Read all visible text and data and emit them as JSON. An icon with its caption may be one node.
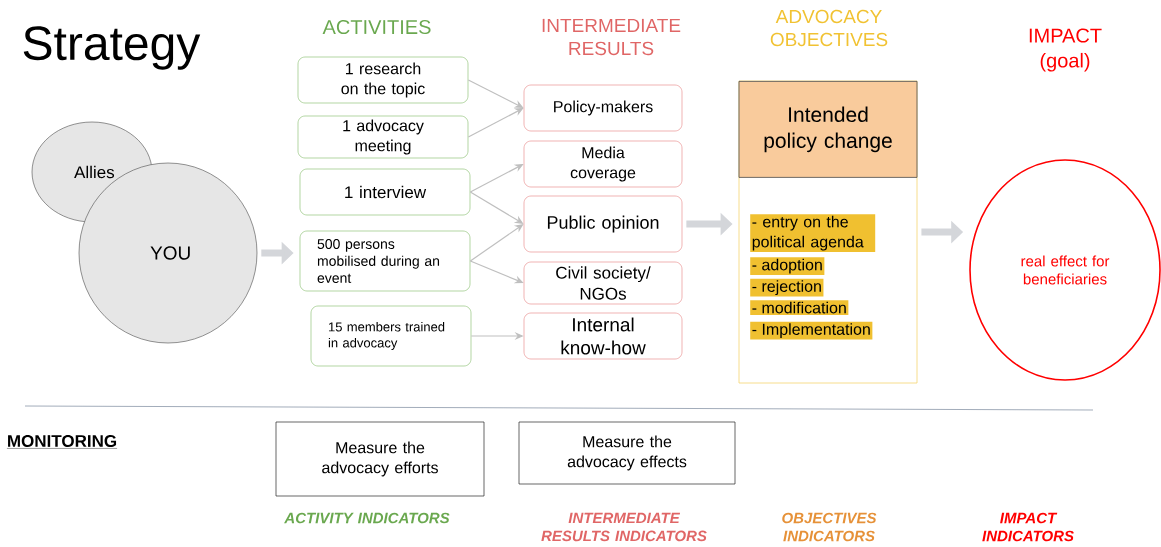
{
  "diagram": {
    "title": "Strategy",
    "nodes": [
      {
        "text": [
          "Allies"
        ]
      },
      {
        "text": [
          "YOU"
        ]
      },
      {
        "text": [
          "1 research on the topic"
        ]
      },
      {
        "text": [
          "1 advocacy meeting"
        ]
      },
      {
        "text": [
          "1 interview"
        ]
      },
      {
        "text": [
          "500 persons mobilised during an event"
        ]
      },
      {
        "text": [
          "15 members trained in advocacy"
        ]
      },
      {
        "text": [
          "Policy-makers"
        ]
      },
      {
        "text": [
          "Media coverage"
        ]
      },
      {
        "text": [
          "Public opinion"
        ]
      },
      {
        "text": [
          "Civil society/ NGOs"
        ]
      },
      {
        "text": [
          "Internal know-how"
        ]
      },
      {
        "text": [
          "Intended policy change",
          "- entry on the political agenda",
          "- adoption",
          "- rejection",
          "- modification",
          "- Implementation"
        ]
      },
      {
        "text": [
          "real effect for beneficiaries"
        ]
      },
      {
        "text": [
          "Measure the advocacy efforts"
        ]
      },
      {
        "text": [
          "Measure the advocacy effects"
        ]
      }
    ],
    "edges": [
      {
        "from": 2,
        "to": 7,
        "arrow": "to"
      },
      {
        "from": 3,
        "to": 7,
        "arrow": "to"
      },
      {
        "from": 4,
        "to": 8,
        "arrow": "to"
      },
      {
        "from": 4,
        "to": 9,
        "arrow": "to"
      },
      {
        "from": 5,
        "to": 9,
        "arrow": "to"
      },
      {
        "from": 5,
        "to": 10,
        "arrow": "to"
      },
      {
        "from": 6,
        "to": 11,
        "arrow": "to"
      },
      {
        "from": 1,
        "to": 5,
        "arrow": "to",
        "style": "thick"
      },
      {
        "from": 9,
        "to": 12,
        "arrow": "to",
        "style": "thick"
      },
      {
        "from": 12,
        "to": 13,
        "arrow": "to",
        "style": "thick"
      }
    ],
    "labels": [
      "ACTIVITIES",
      "INTERMEDIATE RESULTS",
      "ADVOCACY OBJECTIVES",
      "IMPACT (goal)",
      "MONITORING",
      "ACTIVITY INDICATORS",
      "INTERMEDIATE RESULTS INDICATORS",
      "OBJECTIVES INDICATORS",
      "IMPACT INDICATORS"
    ]
  }
}
